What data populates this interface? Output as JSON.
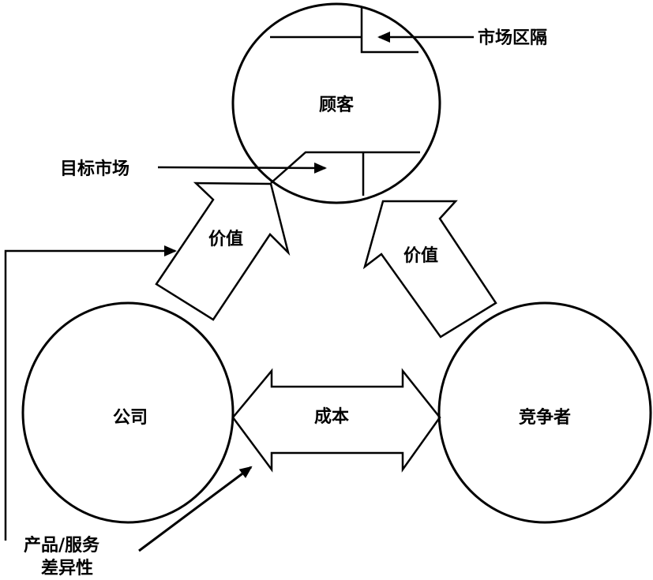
{
  "nodes": {
    "customer": "顾客",
    "company": "公司",
    "competitor": "竞争者"
  },
  "arrows": {
    "value_company": "价值",
    "value_competitor": "价值",
    "cost": "成本"
  },
  "annotations": {
    "market_segment": "市场区隔",
    "target_market": "目标市场",
    "product_diff_line1": "产品/服务",
    "product_diff_line2": "差异性"
  }
}
